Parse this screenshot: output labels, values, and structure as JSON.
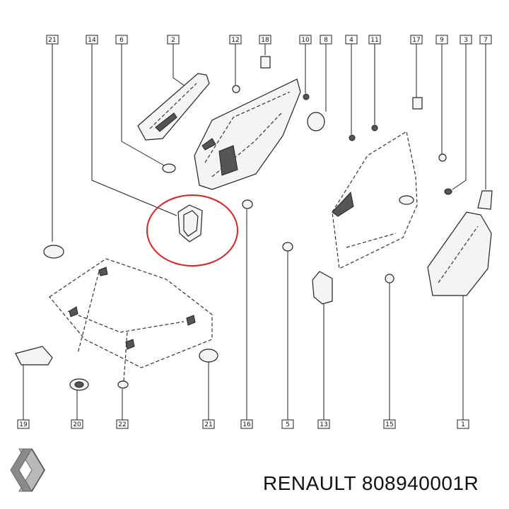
{
  "footer": {
    "caption": "RENAULT 808940001R"
  },
  "brand": {
    "logo_icon": "renault-diamond-logo"
  },
  "highlight": {
    "color": "#e02020",
    "target_label": "14"
  },
  "callouts_top": [
    "21",
    "14",
    "6",
    "2",
    "12",
    "18",
    "10",
    "8",
    "4",
    "11",
    "17",
    "9",
    "3",
    "7"
  ],
  "callouts_bottom": [
    "19",
    "20",
    "22",
    "21",
    "16",
    "5",
    "13",
    "15",
    "1"
  ]
}
